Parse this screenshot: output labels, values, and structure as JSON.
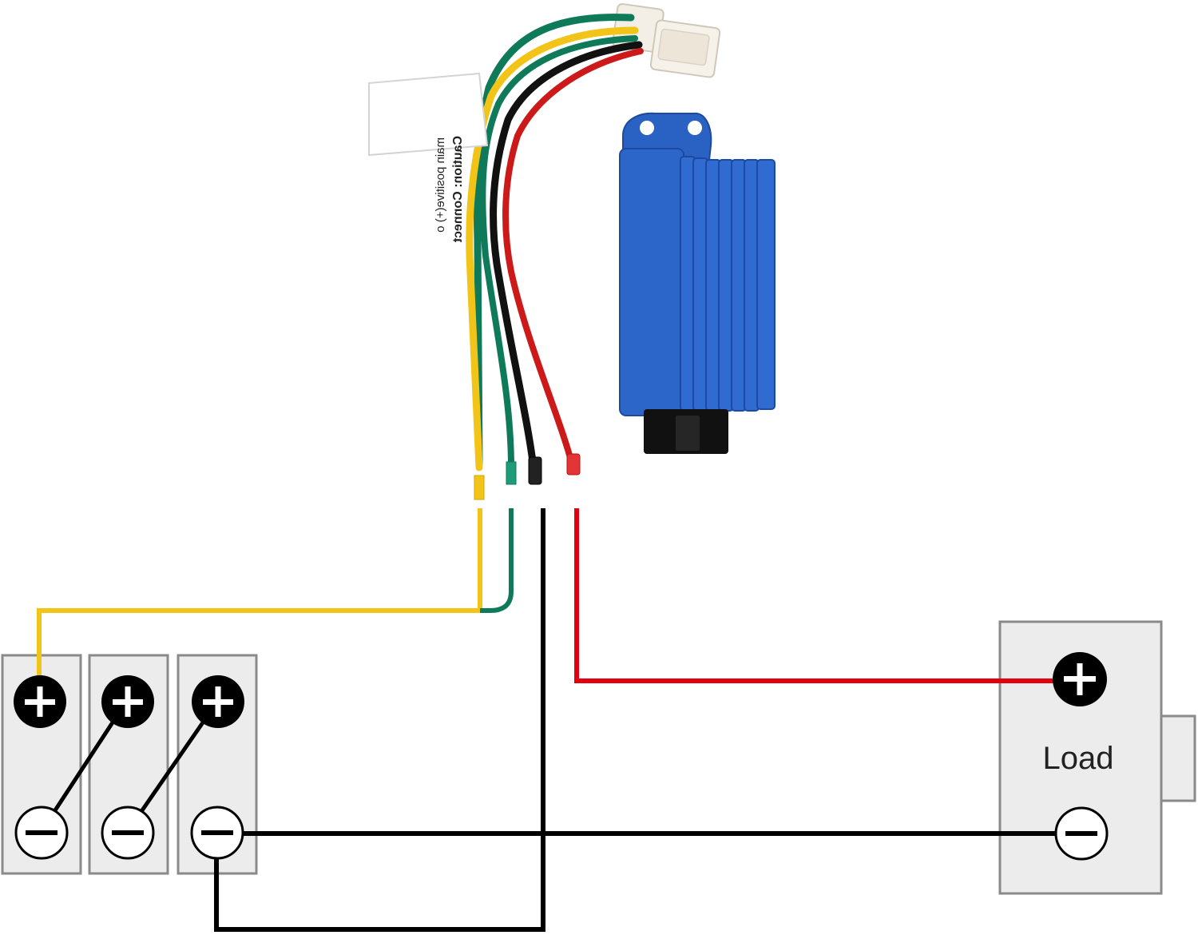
{
  "caution_tag": {
    "line1": "Caution: Connect",
    "line2": "main positive(+) o"
  },
  "load_label": "Load",
  "colors": {
    "yellow_wire": "#f2c418",
    "green_wire": "#0e7a5a",
    "black_wire": "#000000",
    "red_wire": "#e3000f",
    "terminal_fill": "#000000",
    "battery_cell": "#ececec",
    "battery_border": "#8a8a8a",
    "regulator_blue": "#2a62c4",
    "connector_white": "#f3efe6"
  },
  "symbols": {
    "positive": "+",
    "negative": "−"
  }
}
